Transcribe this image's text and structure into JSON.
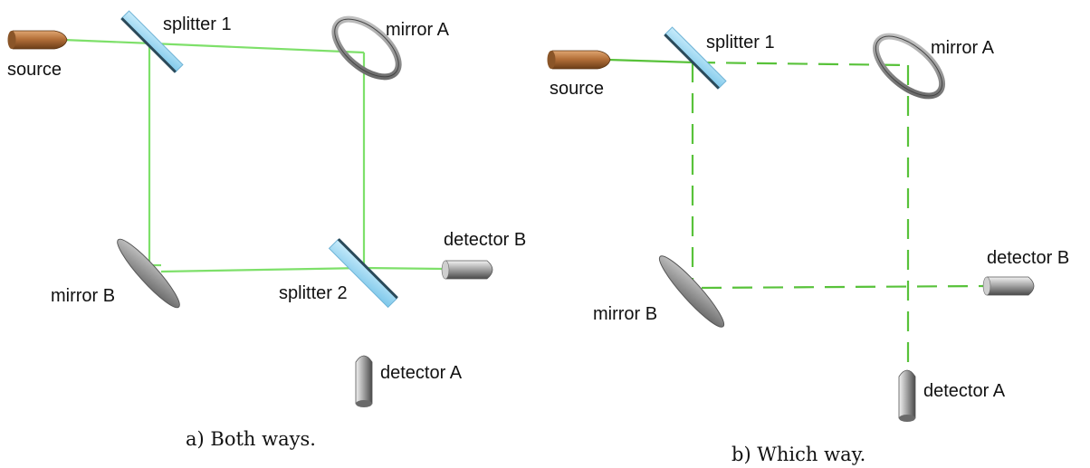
{
  "panels": [
    {
      "caption": "a) Both ways.",
      "labels": {
        "source": "source",
        "splitter_1": "splitter 1",
        "mirror_a": "mirror A",
        "mirror_b": "mirror B",
        "splitter_2": "splitter 2",
        "detector_b": "detector B",
        "detector_a": "detector A"
      },
      "beam_style": "solid"
    },
    {
      "caption": "b) Which way.",
      "labels": {
        "source": "source",
        "splitter_1": "splitter 1",
        "mirror_a": "mirror A",
        "mirror_b": "mirror B",
        "detector_b": "detector B",
        "detector_a": "detector A"
      },
      "beam_style": "dashed"
    }
  ],
  "colors": {
    "beam_light": "#7ee06a",
    "beam_dashed": "#58c23a",
    "splitter": "#9fd8f2",
    "source": "#b5713a",
    "metal": "#9a9a9a"
  }
}
